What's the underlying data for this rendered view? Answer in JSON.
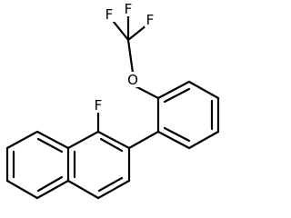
{
  "molecule": {
    "atoms": {
      "fluorine_top_left": "F",
      "fluorine_top_center": "F",
      "fluorine_top_right": "F",
      "oxygen": "O",
      "fluorine_naphthyl": "F"
    }
  }
}
